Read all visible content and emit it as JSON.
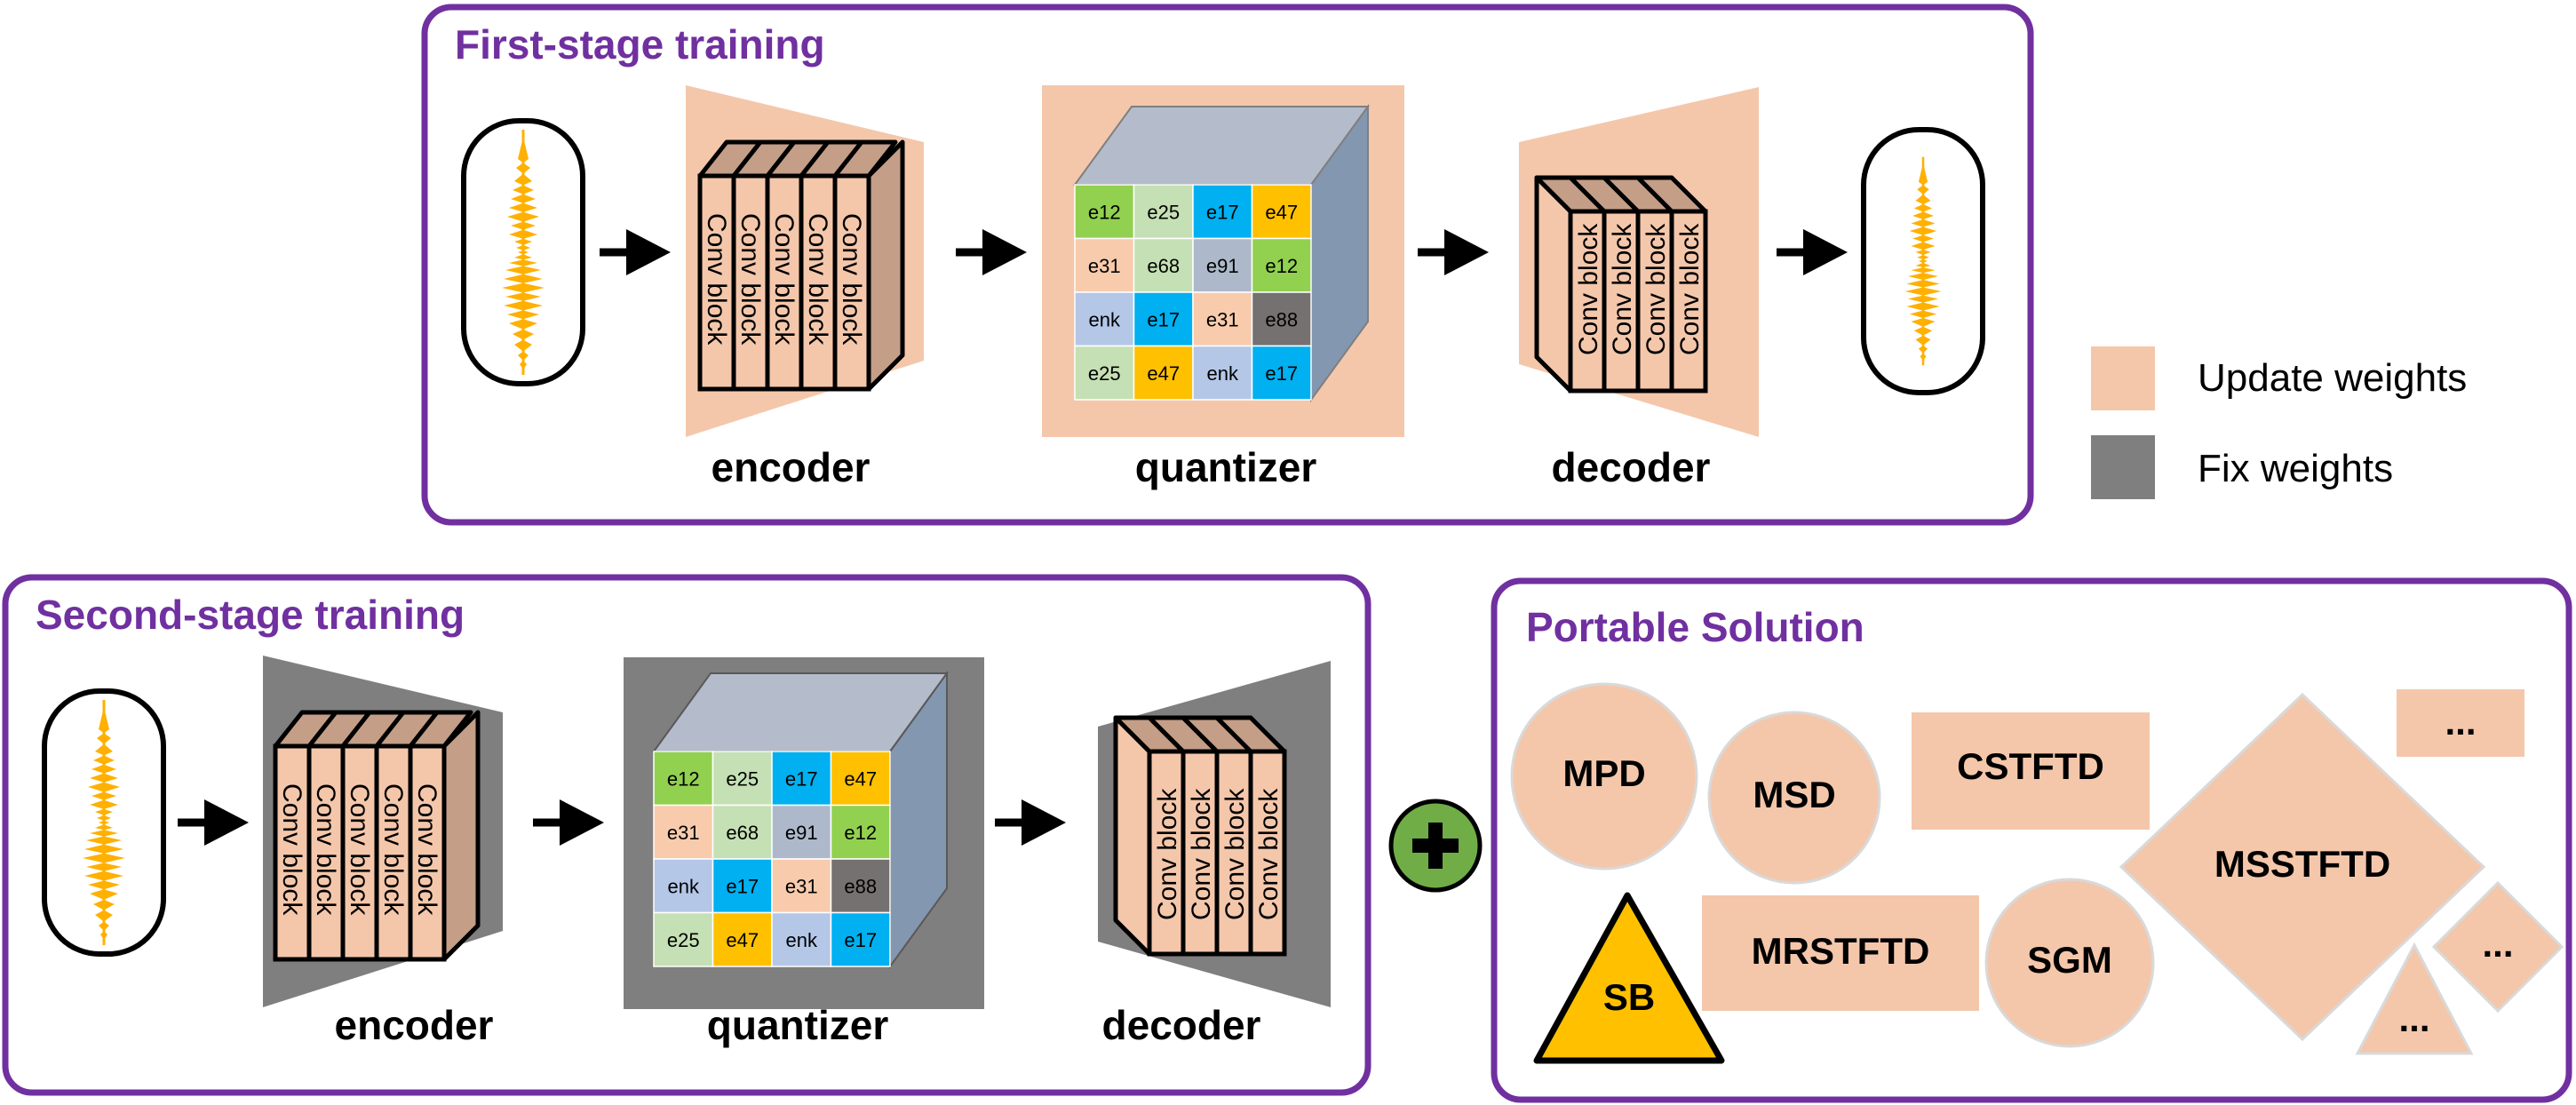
{
  "colors": {
    "frame": "#7030a0",
    "update": "#f4c7ab",
    "fix": "#7f7f7f",
    "waveform": "#ffb000",
    "plus": "#70ad47",
    "triangle": "#ffc000"
  },
  "first_stage": {
    "title": "First-stage training",
    "encoder": "encoder",
    "quantizer": "quantizer",
    "decoder": "decoder"
  },
  "second_stage": {
    "title": "Second-stage training",
    "encoder": "encoder",
    "quantizer": "quantizer",
    "decoder": "decoder"
  },
  "conv_block_label": "Conv block",
  "codebook": [
    [
      {
        "t": "e12",
        "c": "#92d050"
      },
      {
        "t": "e25",
        "c": "#c5e0b4"
      },
      {
        "t": "e17",
        "c": "#00b0f0"
      },
      {
        "t": "e47",
        "c": "#ffc000"
      }
    ],
    [
      {
        "t": "e31",
        "c": "#f8cbad"
      },
      {
        "t": "e68",
        "c": "#c5e0b4"
      },
      {
        "t": "e91",
        "c": "#adb9ca"
      },
      {
        "t": "e12",
        "c": "#92d050"
      }
    ],
    [
      {
        "t": "enk",
        "c": "#b4c7e7"
      },
      {
        "t": "e17",
        "c": "#00b0f0"
      },
      {
        "t": "e31",
        "c": "#f8cbad"
      },
      {
        "t": "e88",
        "c": "#767171"
      }
    ],
    [
      {
        "t": "e25",
        "c": "#c5e0b4"
      },
      {
        "t": "e47",
        "c": "#ffc000"
      },
      {
        "t": "enk",
        "c": "#b4c7e7"
      },
      {
        "t": "e17",
        "c": "#00b0f0"
      }
    ]
  ],
  "legend": {
    "update": "Update weights",
    "fix": "Fix weights"
  },
  "portable": {
    "title": "Portable Solution",
    "mpd": "MPD",
    "msd": "MSD",
    "cstftd": "CSTFTD",
    "msstftd": "MSSTFTD",
    "mrstftd": "MRSTFTD",
    "sgm": "SGM",
    "sb": "SB",
    "more1": "...",
    "more2": "...",
    "more3": "..."
  }
}
